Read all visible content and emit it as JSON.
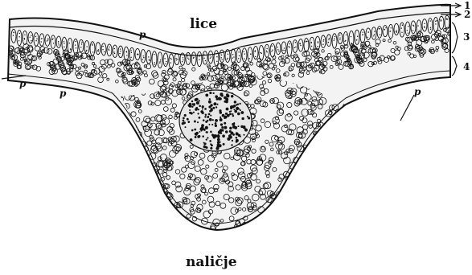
{
  "labels": {
    "upper_side": "lice",
    "lower_side": "naličje",
    "p_marker": "p",
    "right_numbers": [
      "1",
      "2",
      "3",
      "4"
    ]
  },
  "colors": {
    "ink": "#111111",
    "paper": "#ffffff"
  }
}
